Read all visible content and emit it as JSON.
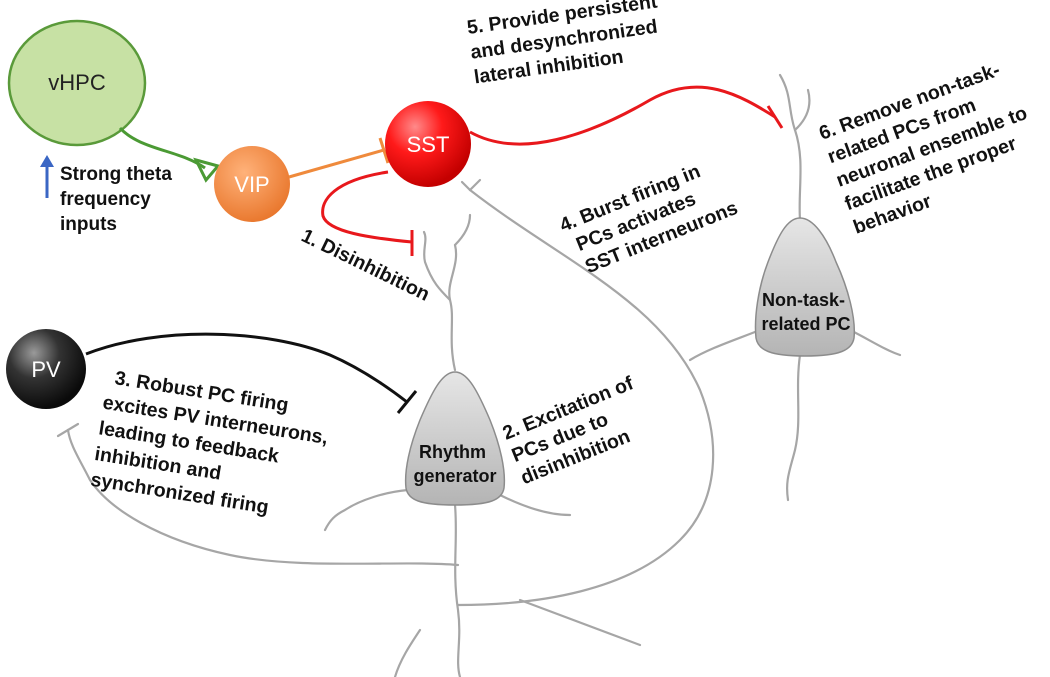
{
  "nodes": {
    "vhpc": "vHPC",
    "vip": "VIP",
    "sst": "SST",
    "pv": "PV"
  },
  "cells": {
    "rhythm_generator": [
      "Rhythm",
      "generator"
    ],
    "non_task": [
      "Non-task-",
      "related PC"
    ]
  },
  "annotations": {
    "theta_input": [
      "Strong theta",
      "frequency",
      "inputs"
    ],
    "step1": [
      "1. Disinhibition"
    ],
    "step2": [
      "2. Excitation of",
      "PCs due to",
      "disinhibition"
    ],
    "step3": [
      "3. Robust PC firing",
      "excites PV interneurons,",
      "leading to feedback",
      "inhibition and",
      "synchronized firing"
    ],
    "step4": [
      "4. Burst firing in",
      "PCs activates",
      "SST interneurons"
    ],
    "step5": [
      "5. Provide persistent",
      "and desynchronized",
      "lateral inhibition"
    ],
    "step6": [
      "6. Remove non-task-",
      "related PCs from",
      "neuronal ensemble to",
      "facilitate the proper",
      "behavior"
    ]
  },
  "colors": {
    "vhpc_fill": "#c7e1a4",
    "vhpc_stroke": "#5a9a3a",
    "vip_fill": "#f28a3a",
    "sst_fill": "#ff1a1a",
    "pv_fill": "#2a2a2a",
    "inhibitory_red": "#e8181c",
    "inhibitory_orange": "#ef8a3c",
    "excitatory_green": "#4b9a34",
    "pv_connection": "#111111",
    "theta_arrow": "#3a66c4",
    "neuron_body": "#c8c8c8",
    "dendrite": "#a6a6a6"
  }
}
